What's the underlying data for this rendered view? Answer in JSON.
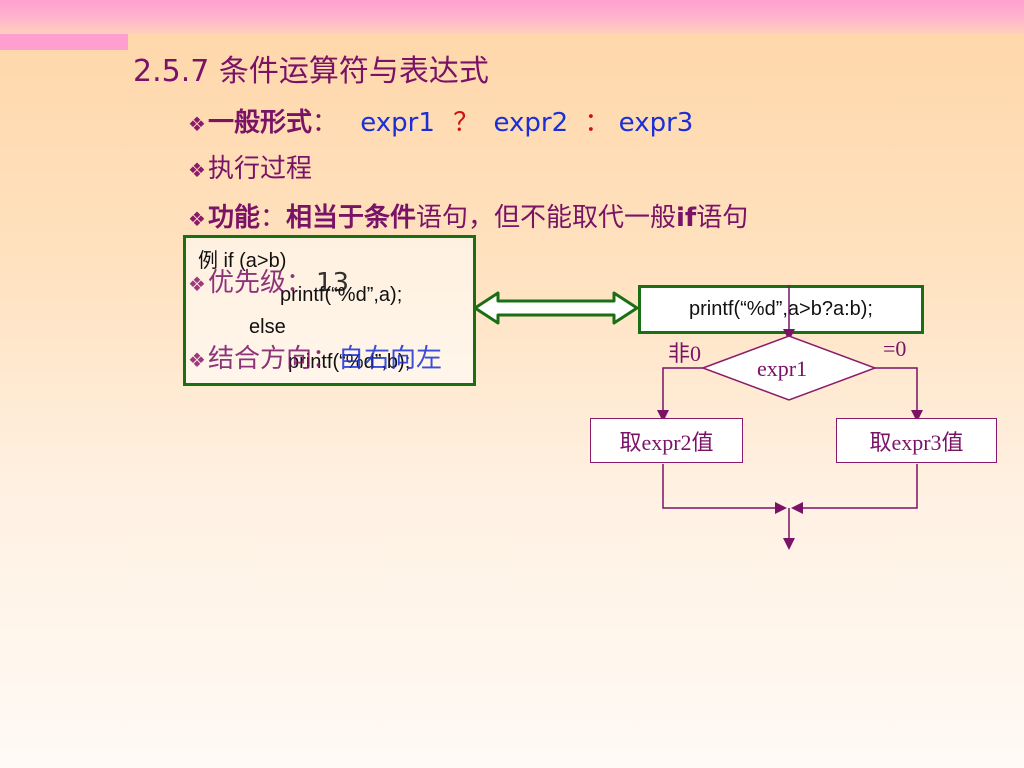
{
  "title": "2.5.7 条件运算符与表达式",
  "bullets": {
    "general_form_label": "一般形式",
    "general_form_colon": "：",
    "expr1": "expr1",
    "question": "？",
    "expr2": "expr2",
    "colon": "：",
    "expr3": "expr3",
    "execution": "执行过程",
    "function_label": "功能",
    "function_colon": "：",
    "function_bold": "相当于条件",
    "function_rest": "语句，但不能取代一般",
    "function_if": "if",
    "function_end": "语句",
    "priority_label": "优先级：",
    "priority_value": "13",
    "assoc_label": "结合方向：",
    "assoc_value": "自右向左"
  },
  "code_example": {
    "line1": "例   if (a>b)",
    "line2": "printf(“%d”,a);",
    "line3": "else",
    "line4": "printf(“%d”,b);"
  },
  "printf_box": "printf(“%d”,a>b?a:b);",
  "flowchart": {
    "condition": "expr1",
    "nonzero": "非0",
    "zero": "=0",
    "take_expr2": "取expr2值",
    "take_expr3": "取expr3值"
  },
  "colors": {
    "title": "#7a1266",
    "accent_blue": "#1a2fd6",
    "accent_red": "#d01010",
    "frame_green": "#1a6f14"
  }
}
